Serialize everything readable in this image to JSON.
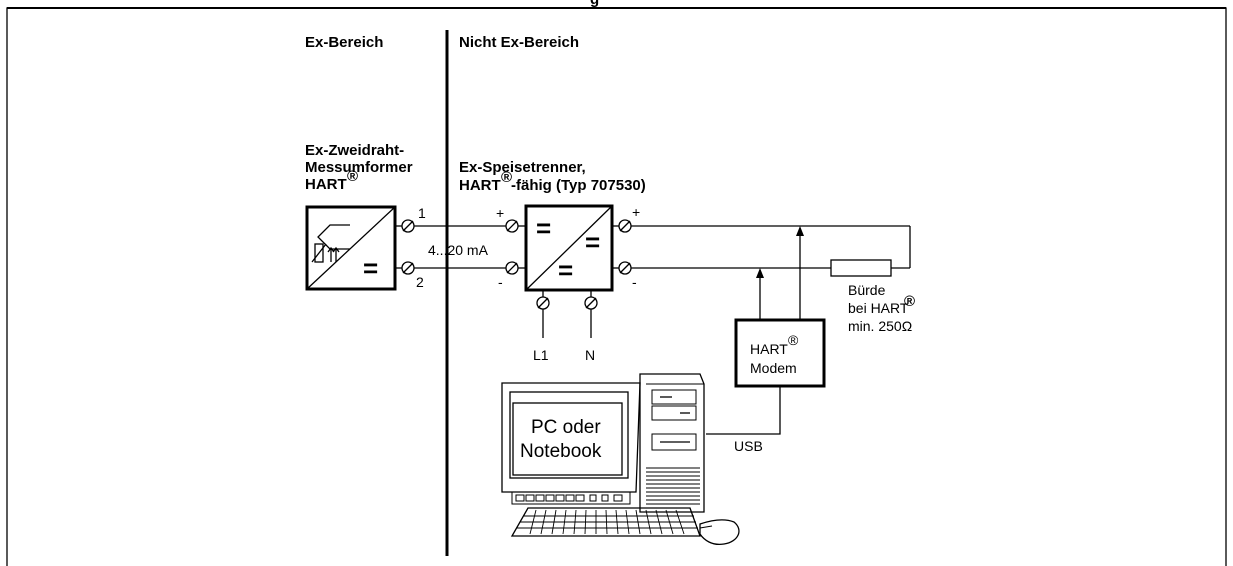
{
  "zones": {
    "ex_area": "Ex-Bereich",
    "non_ex_area": "Nicht Ex-Bereich"
  },
  "transmitter": {
    "title_line1": "Ex-Zweidraht-",
    "title_line2": "Messumformer",
    "title_line3": "HART",
    "registered": "®",
    "terminal_1": "1",
    "terminal_2": "2",
    "equals": "="
  },
  "isolator": {
    "title_line1": "Ex-Speisetrenner,",
    "title_line2_a": "HART",
    "registered": "®",
    "title_line2_b": " -fähig (Typ 707530)",
    "plus": "+",
    "minus": "-",
    "equals": "=",
    "supply_l1": "L1",
    "supply_n": "N"
  },
  "signal": {
    "current": "4...20 mA"
  },
  "burden": {
    "line1": "Bürde",
    "line2": "bei HART",
    "registered": "®",
    "line3": "min. 250Ω"
  },
  "modem": {
    "line1": "HART",
    "registered": "®",
    "line2": "Modem"
  },
  "pc": {
    "line1": "PC oder",
    "line2": "Notebook",
    "interface": "USB"
  }
}
